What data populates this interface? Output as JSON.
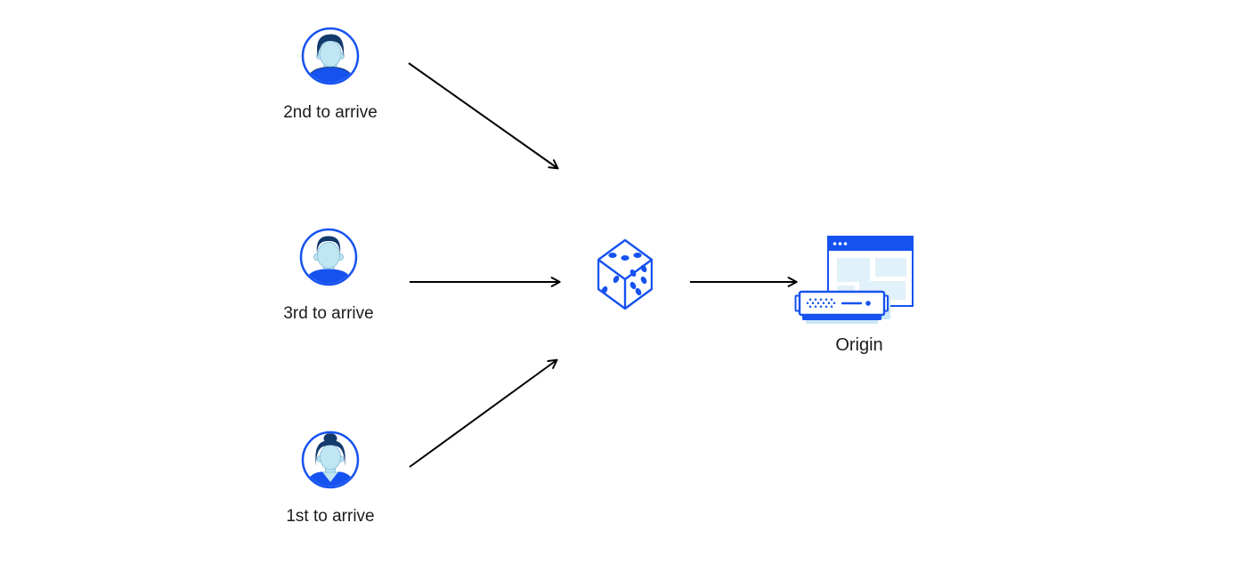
{
  "diagram": {
    "clients": [
      {
        "label": "2nd to arrive",
        "avatar": "man-swept-hair-avatar"
      },
      {
        "label": "3rd to arrive",
        "avatar": "man-short-hair-avatar"
      },
      {
        "label": "1st to arrive",
        "avatar": "woman-bun-avatar"
      }
    ],
    "selector": {
      "name": "random-selection",
      "icon": "dice-icon"
    },
    "origin": {
      "label": "Origin",
      "icon": "origin-server-icon"
    },
    "colors": {
      "accent_blue": "#1652f0",
      "dark_navy_hair": "#123a6d",
      "skin_light_blue": "#bfe6f2",
      "panel_light_blue": "#e1f1fa",
      "shadow_light_blue": "#c9e6f7",
      "arrow_black": "#000000",
      "text_black": "#1b1b1b",
      "background": "#ffffff"
    }
  }
}
